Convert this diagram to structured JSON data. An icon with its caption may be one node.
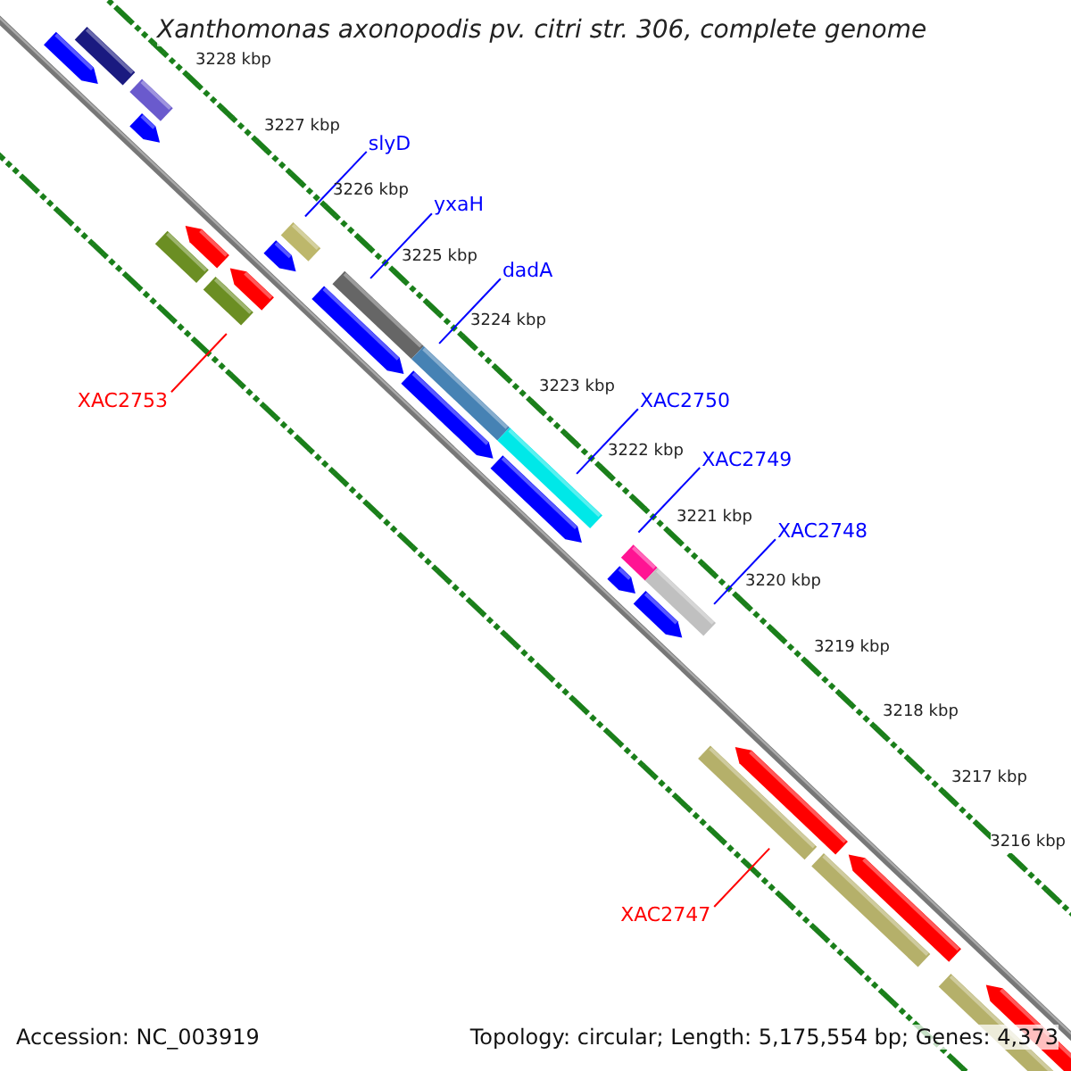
{
  "diagram": {
    "title": "Xanthomonas axonopodis pv. citri str. 306, complete genome",
    "nodes": [
      {
        "text": [
          "slyD"
        ]
      },
      {
        "text": [
          "yxaH"
        ]
      },
      {
        "text": [
          "dadA"
        ]
      },
      {
        "text": [
          "XAC2750"
        ]
      },
      {
        "text": [
          "XAC2749"
        ]
      },
      {
        "text": [
          "XAC2748"
        ]
      },
      {
        "text": [
          "XAC2753"
        ]
      },
      {
        "text": [
          "XAC2747"
        ]
      }
    ],
    "edges": [
      {
        "from": 0,
        "to": null,
        "arrow": "none"
      },
      {
        "from": 1,
        "to": null,
        "arrow": "none"
      },
      {
        "from": 2,
        "to": null,
        "arrow": "none"
      },
      {
        "from": 3,
        "to": null,
        "arrow": "none"
      },
      {
        "from": 4,
        "to": null,
        "arrow": "none"
      },
      {
        "from": 5,
        "to": null,
        "arrow": "none"
      },
      {
        "from": 6,
        "to": null,
        "arrow": "none",
        "color": "#ff0000"
      },
      {
        "from": 7,
        "to": null,
        "arrow": "none",
        "color": "#ff0000"
      }
    ],
    "labels": [
      "3228 kbp",
      "3227 kbp",
      "3226 kbp",
      "3225 kbp",
      "3224 kbp",
      "3223 kbp",
      "3222 kbp",
      "3221 kbp",
      "3220 kbp",
      "3219 kbp",
      "3218 kbp",
      "3217 kbp",
      "3216 kbp",
      "Accession: NC_003919",
      "Topology: circular; Length: 5,175,554 bp; Genes: 4,373"
    ]
  }
}
